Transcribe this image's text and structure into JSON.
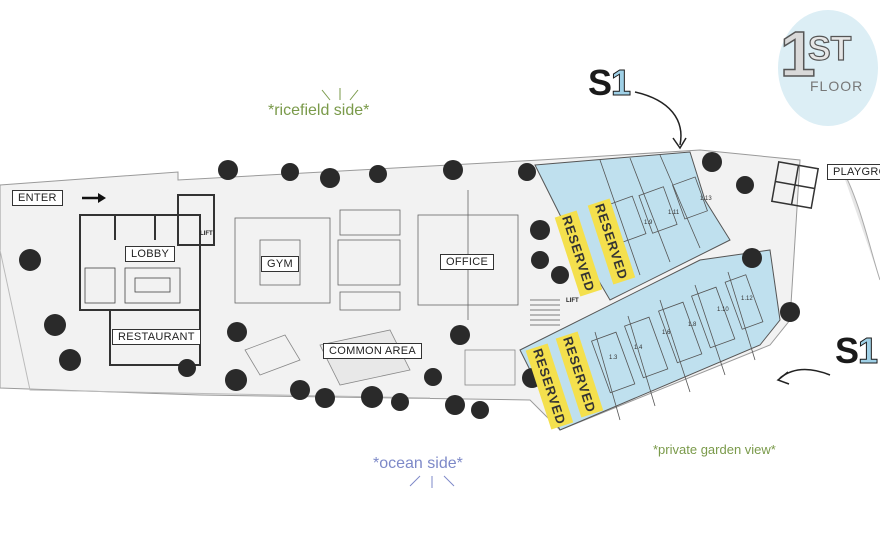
{
  "floor_badge": {
    "number": "1",
    "suffix": "ST",
    "word": "FLOOR"
  },
  "sections": {
    "s1_letter": "S",
    "s1_number": "1"
  },
  "sides": {
    "ricefield": "*ricefield side*",
    "ocean": "*ocean side*",
    "garden": "*private garden view*"
  },
  "rooms": {
    "enter": "ENTER",
    "lobby": "LOBBY",
    "gym": "GYM",
    "office": "OFFICE",
    "restaurant": "RESTAURANT",
    "common_area": "COMMON AREA",
    "playground": "PLAYGRO",
    "lift": "LIFT"
  },
  "reserved_label": "RESERVED",
  "units": [
    "1.9",
    "1.11",
    "1.13",
    "1.3",
    "1.4",
    "1.6",
    "1.8",
    "1.10",
    "1.12"
  ],
  "colors": {
    "section_fill": "#bfe0ee",
    "reserved": "#f4e04d",
    "ricefield_text": "#7a9a4a",
    "ocean_text": "#7d89c8"
  }
}
